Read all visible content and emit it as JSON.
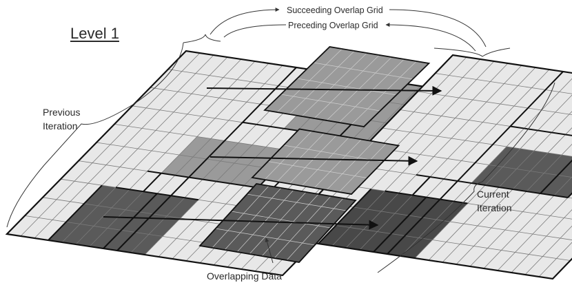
{
  "labels": {
    "level": "Level 1",
    "succeeding": "Succeeding Overlap Grid",
    "preceding": "Preceding Overlap Grid",
    "previous_line1": "Previous",
    "previous_line2": "Iteration",
    "current_line1": "Current",
    "current_line2": "Iteration",
    "overlapping": "Overlapping Data"
  },
  "colors": {
    "light": "#e8e8e8",
    "mid": "#9a9a9a",
    "dark": "#5a5a5a",
    "darker": "#484848",
    "stroke": "#111111"
  }
}
